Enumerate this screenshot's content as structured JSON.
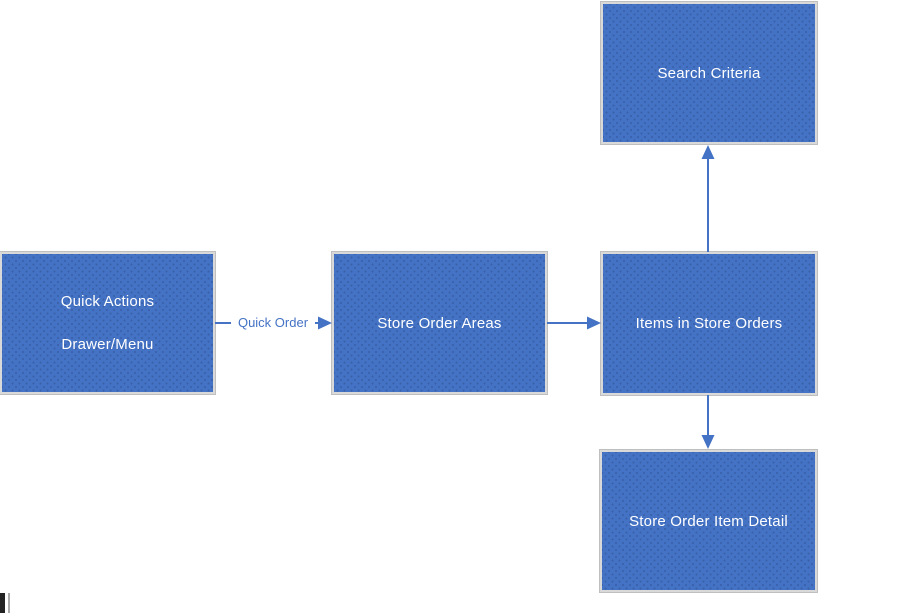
{
  "diagram": {
    "type": "flowchart",
    "colors": {
      "node_fill": "#4472C4",
      "node_border": "#D9D9D9",
      "node_text": "#FFFFFF",
      "arrow": "#4472C4",
      "edge_label_text": "#4472C4"
    },
    "nodes": {
      "search_criteria": {
        "label": "Search Criteria"
      },
      "quick_actions": {
        "line1": "Quick Actions",
        "line2": "Drawer/Menu"
      },
      "store_order_areas": {
        "label": "Store Order Areas"
      },
      "items_in_store_orders": {
        "label": "Items in Store Orders"
      },
      "store_order_item_detail": {
        "label": "Store Order Item Detail"
      }
    },
    "edges": [
      {
        "from": "quick_actions_drawer_menu",
        "to": "store_order_areas",
        "label": "Quick Order",
        "direction": "right"
      },
      {
        "from": "store_order_areas",
        "to": "items_in_store_orders",
        "label": "",
        "direction": "right"
      },
      {
        "from": "items_in_store_orders",
        "to": "search_criteria",
        "label": "",
        "direction": "up"
      },
      {
        "from": "items_in_store_orders",
        "to": "store_order_item_detail",
        "label": "",
        "direction": "down"
      }
    ]
  }
}
